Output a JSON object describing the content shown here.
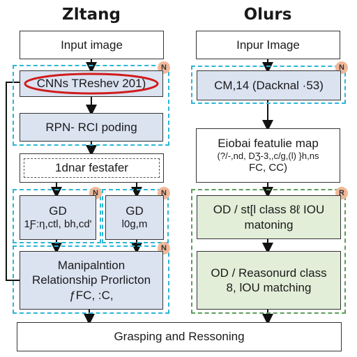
{
  "left": {
    "title": "Zltang",
    "input": "Input image",
    "backbone": "CNNs TReshev 201)",
    "rpn": "RPN- RCI poding",
    "feature": "1dnar festafer",
    "gd1_title": "GD",
    "gd1_sub": "1Ƒ:η,ctl, bh,cd'",
    "gd2_title": "GD",
    "gd2_sub": "l0g,m",
    "manip_line1": "Manipalntion",
    "manip_line2": "Relationship Prorlicton",
    "manip_line3": "ƒFC, :C,"
  },
  "right": {
    "title": "Olurs",
    "input": "Inpur Image",
    "backbone": "CM,14 (Dacknal ·53)",
    "global_line1": "Eiobai featulie map",
    "global_line2": "(?/-,nd, DƷ-3,,c/g,(l) }h,ns",
    "global_line3": "FC, CC)",
    "od1_line1": "OD / st[l class 8ℓ IOU",
    "od1_line2": "matoning",
    "od2_line1": "OD / Reasonurd class",
    "od2_line2": "8, lOU matching"
  },
  "bottom": {
    "label": "Grasping and Ressoning"
  },
  "badges": {
    "n": "N",
    "r": "R"
  },
  "colors": {
    "cyan_dash": "#2bb6d6",
    "green_dash": "#5c9e5a",
    "blue_fill": "#dbe3f1",
    "green_fill": "#e2eed8",
    "highlight_red": "#d01c1c",
    "badge_fill": "#f0b899"
  }
}
